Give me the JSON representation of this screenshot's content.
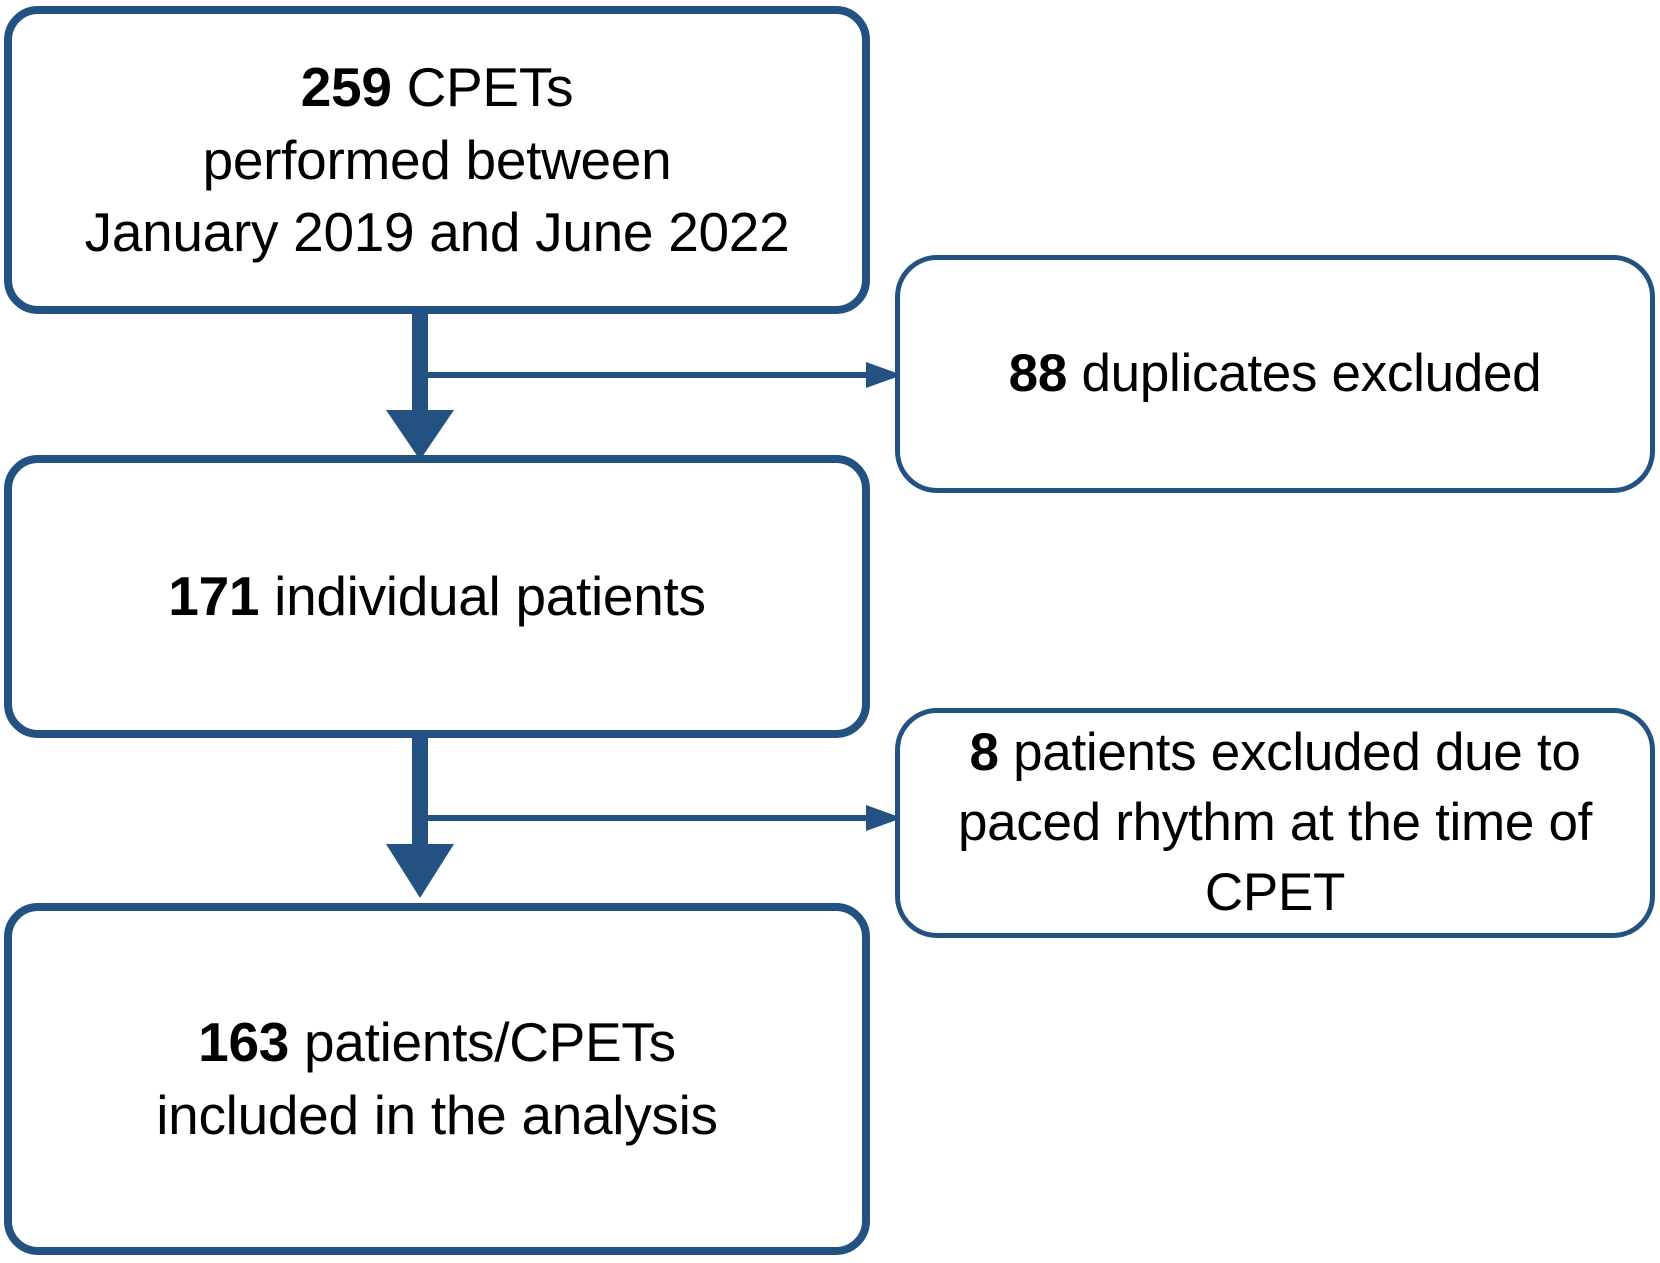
{
  "diagram": {
    "title": "CPET study participant flow diagram",
    "type": "flowchart",
    "accent_color": "#235182",
    "text_color": "#000000",
    "background_color": "#ffffff",
    "nodes": [
      {
        "id": "cpets",
        "role": "main",
        "count": "259",
        "label": "CPETs\nperformed between\nJanuary 2019 and June 2022",
        "full_text": "259 CPETs performed between January 2019 and June 2022"
      },
      {
        "id": "duplicates",
        "role": "exclusion",
        "count": "88",
        "label": "duplicates excluded",
        "full_text": "88 duplicates excluded"
      },
      {
        "id": "patients",
        "role": "main",
        "count": "171",
        "label": "individual patients",
        "full_text": "171 individual patients"
      },
      {
        "id": "paced",
        "role": "exclusion",
        "count": "8",
        "label": "patients excluded due to paced rhythm at the time of CPET",
        "full_text": "8 patients excluded due to paced rhythm at the time of CPET"
      },
      {
        "id": "included",
        "role": "main",
        "count": "163",
        "label": "patients/CPETs\nincluded in the analysis",
        "full_text": "163 patients/CPETs included in the analysis"
      }
    ],
    "edges": [
      {
        "id": "cpets-to-patients",
        "from": "cpets",
        "to": "patients",
        "kind": "flow-down"
      },
      {
        "id": "cpets-to-duplicates",
        "from": "cpets",
        "to": "duplicates",
        "kind": "branch-right"
      },
      {
        "id": "patients-to-included",
        "from": "patients",
        "to": "included",
        "kind": "flow-down"
      },
      {
        "id": "patients-to-paced",
        "from": "patients",
        "to": "paced",
        "kind": "branch-right"
      }
    ]
  }
}
